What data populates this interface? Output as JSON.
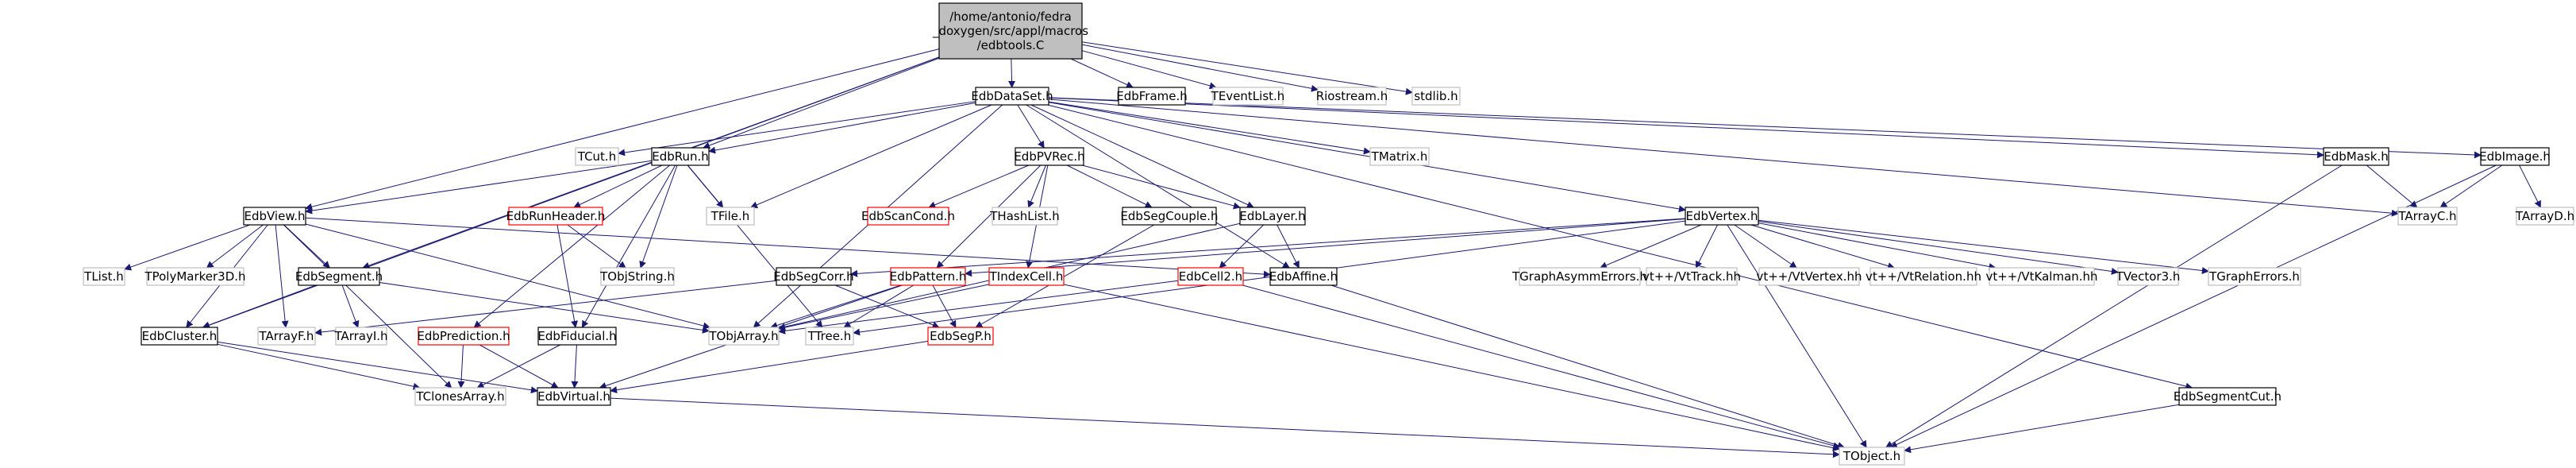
{
  "diagram": {
    "nodes": [
      {
        "id": "root",
        "lines": [
          "/home/antonio/fedra",
          "_doxygen/src/appl/macros",
          "/edbtools.C"
        ],
        "style": "root"
      },
      {
        "id": "EdbDataSet",
        "lines": [
          "EdbDataSet.h"
        ],
        "style": "documented"
      },
      {
        "id": "EdbFrame",
        "lines": [
          "EdbFrame.h"
        ],
        "style": "documented"
      },
      {
        "id": "TEventList",
        "lines": [
          "TEventList.h"
        ],
        "style": "external"
      },
      {
        "id": "Riostream",
        "lines": [
          "Riostream.h"
        ],
        "style": "external"
      },
      {
        "id": "stdlib",
        "lines": [
          "stdlib.h"
        ],
        "style": "external"
      },
      {
        "id": "TCut",
        "lines": [
          "TCut.h"
        ],
        "style": "external"
      },
      {
        "id": "EdbRun",
        "lines": [
          "EdbRun.h"
        ],
        "style": "documented"
      },
      {
        "id": "EdbPVRec",
        "lines": [
          "EdbPVRec.h"
        ],
        "style": "documented"
      },
      {
        "id": "TMatrix",
        "lines": [
          "TMatrix.h"
        ],
        "style": "external"
      },
      {
        "id": "EdbMask",
        "lines": [
          "EdbMask.h"
        ],
        "style": "documented"
      },
      {
        "id": "EdbImage",
        "lines": [
          "EdbImage.h"
        ],
        "style": "documented"
      },
      {
        "id": "EdbView",
        "lines": [
          "EdbView.h"
        ],
        "style": "documented"
      },
      {
        "id": "EdbRunHeader",
        "lines": [
          "EdbRunHeader.h"
        ],
        "style": "undocumented"
      },
      {
        "id": "TFile",
        "lines": [
          "TFile.h"
        ],
        "style": "external"
      },
      {
        "id": "EdbScanCond",
        "lines": [
          "EdbScanCond.h"
        ],
        "style": "undocumented"
      },
      {
        "id": "THashList",
        "lines": [
          "THashList.h"
        ],
        "style": "external"
      },
      {
        "id": "EdbSegCouple",
        "lines": [
          "EdbSegCouple.h"
        ],
        "style": "documented"
      },
      {
        "id": "EdbLayer",
        "lines": [
          "EdbLayer.h"
        ],
        "style": "documented"
      },
      {
        "id": "EdbVertex",
        "lines": [
          "EdbVertex.h"
        ],
        "style": "documented"
      },
      {
        "id": "TArrayC",
        "lines": [
          "TArrayC.h"
        ],
        "style": "external"
      },
      {
        "id": "TArrayD",
        "lines": [
          "TArrayD.h"
        ],
        "style": "external"
      },
      {
        "id": "TList",
        "lines": [
          "TList.h"
        ],
        "style": "external"
      },
      {
        "id": "TPolyMarker3D",
        "lines": [
          "TPolyMarker3D.h"
        ],
        "style": "external"
      },
      {
        "id": "EdbSegment",
        "lines": [
          "EdbSegment.h"
        ],
        "style": "documented"
      },
      {
        "id": "TObjString",
        "lines": [
          "TObjString.h"
        ],
        "style": "external"
      },
      {
        "id": "EdbSegCorr",
        "lines": [
          "EdbSegCorr.h"
        ],
        "style": "documented"
      },
      {
        "id": "EdbPattern",
        "lines": [
          "EdbPattern.h"
        ],
        "style": "undocumented"
      },
      {
        "id": "TIndexCell",
        "lines": [
          "TIndexCell.h"
        ],
        "style": "undocumented"
      },
      {
        "id": "EdbCell2",
        "lines": [
          "EdbCell2.h"
        ],
        "style": "undocumented"
      },
      {
        "id": "EdbAffine",
        "lines": [
          "EdbAffine.h"
        ],
        "style": "documented"
      },
      {
        "id": "TGraphAsymmErrors",
        "lines": [
          "TGraphAsymmErrors.h"
        ],
        "style": "external"
      },
      {
        "id": "VtTrack",
        "lines": [
          "vt++/VtTrack.hh"
        ],
        "style": "external"
      },
      {
        "id": "VtVertex",
        "lines": [
          "vt++/VtVertex.hh"
        ],
        "style": "external"
      },
      {
        "id": "VtRelation",
        "lines": [
          "vt++/VtRelation.hh"
        ],
        "style": "external"
      },
      {
        "id": "VtKalman",
        "lines": [
          "vt++/VtKalman.hh"
        ],
        "style": "external"
      },
      {
        "id": "TVector3",
        "lines": [
          "TVector3.h"
        ],
        "style": "external"
      },
      {
        "id": "TGraphErrors",
        "lines": [
          "TGraphErrors.h"
        ],
        "style": "external"
      },
      {
        "id": "EdbCluster",
        "lines": [
          "EdbCluster.h"
        ],
        "style": "documented"
      },
      {
        "id": "TArrayF",
        "lines": [
          "TArrayF.h"
        ],
        "style": "external"
      },
      {
        "id": "TArrayI",
        "lines": [
          "TArrayI.h"
        ],
        "style": "external"
      },
      {
        "id": "EdbPrediction",
        "lines": [
          "EdbPrediction.h"
        ],
        "style": "undocumented"
      },
      {
        "id": "EdbFiducial",
        "lines": [
          "EdbFiducial.h"
        ],
        "style": "documented"
      },
      {
        "id": "TObjArray",
        "lines": [
          "TObjArray.h"
        ],
        "style": "external"
      },
      {
        "id": "TTree",
        "lines": [
          "TTree.h"
        ],
        "style": "external"
      },
      {
        "id": "EdbSegP",
        "lines": [
          "EdbSegP.h"
        ],
        "style": "undocumented"
      },
      {
        "id": "TClonesArray",
        "lines": [
          "TClonesArray.h"
        ],
        "style": "external"
      },
      {
        "id": "EdbVirtual",
        "lines": [
          "EdbVirtual.h"
        ],
        "style": "documented"
      },
      {
        "id": "EdbSegmentCut",
        "lines": [
          "EdbSegmentCut.h"
        ],
        "style": "documented"
      },
      {
        "id": "TObject",
        "lines": [
          "TObject.h"
        ],
        "style": "external"
      }
    ],
    "edges": [
      [
        "root",
        "EdbDataSet"
      ],
      [
        "root",
        "EdbFrame"
      ],
      [
        "root",
        "TEventList"
      ],
      [
        "root",
        "Riostream"
      ],
      [
        "root",
        "stdlib"
      ],
      [
        "root",
        "EdbRun"
      ],
      [
        "root",
        "EdbView"
      ],
      [
        "root",
        "EdbSegment"
      ],
      [
        "root",
        "EdbCluster"
      ],
      [
        "EdbDataSet",
        "TCut"
      ],
      [
        "EdbDataSet",
        "EdbRun"
      ],
      [
        "EdbDataSet",
        "EdbPVRec"
      ],
      [
        "EdbDataSet",
        "TMatrix"
      ],
      [
        "EdbDataSet",
        "EdbMask"
      ],
      [
        "EdbDataSet",
        "EdbImage"
      ],
      [
        "EdbDataSet",
        "EdbVertex"
      ],
      [
        "EdbDataSet",
        "EdbLayer"
      ],
      [
        "EdbDataSet",
        "TFile"
      ],
      [
        "EdbDataSet",
        "TObjArray"
      ],
      [
        "EdbDataSet",
        "EdbAffine"
      ],
      [
        "EdbDataSet",
        "EdbSegmentCut"
      ],
      [
        "EdbDataSet",
        "TArrayC"
      ],
      [
        "EdbRun",
        "EdbView"
      ],
      [
        "EdbRun",
        "EdbRunHeader"
      ],
      [
        "EdbRun",
        "TFile"
      ],
      [
        "EdbRun",
        "TObjString"
      ],
      [
        "EdbRun",
        "EdbPrediction"
      ],
      [
        "EdbRun",
        "EdbFiducial"
      ],
      [
        "EdbRun",
        "TTree"
      ],
      [
        "EdbPVRec",
        "EdbScanCond"
      ],
      [
        "EdbPVRec",
        "THashList"
      ],
      [
        "EdbPVRec",
        "EdbSegCouple"
      ],
      [
        "EdbPVRec",
        "EdbLayer"
      ],
      [
        "EdbPVRec",
        "EdbPattern"
      ],
      [
        "EdbPVRec",
        "TIndexCell"
      ],
      [
        "EdbMask",
        "TArrayC"
      ],
      [
        "EdbMask",
        "TObject"
      ],
      [
        "EdbImage",
        "TArrayC"
      ],
      [
        "EdbImage",
        "TArrayD"
      ],
      [
        "EdbImage",
        "TObject"
      ],
      [
        "EdbView",
        "TList"
      ],
      [
        "EdbView",
        "TPolyMarker3D"
      ],
      [
        "EdbView",
        "EdbSegment"
      ],
      [
        "EdbView",
        "EdbCluster"
      ],
      [
        "EdbView",
        "TArrayF"
      ],
      [
        "EdbView",
        "TObjArray"
      ],
      [
        "EdbView",
        "TClonesArray"
      ],
      [
        "EdbView",
        "EdbAffine"
      ],
      [
        "EdbRunHeader",
        "TObjString"
      ],
      [
        "EdbRunHeader",
        "EdbFiducial"
      ],
      [
        "EdbSegCouple",
        "EdbSegP"
      ],
      [
        "EdbLayer",
        "EdbAffine"
      ],
      [
        "EdbLayer",
        "EdbCell2"
      ],
      [
        "EdbLayer",
        "TObjArray"
      ],
      [
        "EdbVertex",
        "EdbSegCorr"
      ],
      [
        "EdbVertex",
        "EdbPattern"
      ],
      [
        "EdbVertex",
        "TGraphAsymmErrors"
      ],
      [
        "EdbVertex",
        "VtTrack"
      ],
      [
        "EdbVertex",
        "VtVertex"
      ],
      [
        "EdbVertex",
        "VtRelation"
      ],
      [
        "EdbVertex",
        "VtKalman"
      ],
      [
        "EdbVertex",
        "TVector3"
      ],
      [
        "EdbVertex",
        "TGraphErrors"
      ],
      [
        "EdbVertex",
        "TObject"
      ],
      [
        "EdbVertex",
        "TTree"
      ],
      [
        "EdbSegment",
        "EdbCluster"
      ],
      [
        "EdbSegment",
        "TArrayI"
      ],
      [
        "EdbSegment",
        "TObjArray"
      ],
      [
        "EdbSegCorr",
        "TArrayF"
      ],
      [
        "EdbSegCorr",
        "EdbSegP"
      ],
      [
        "EdbPattern",
        "TObjArray"
      ],
      [
        "EdbPattern",
        "TTree"
      ],
      [
        "EdbPattern",
        "EdbSegP"
      ],
      [
        "EdbPattern",
        "EdbVirtual"
      ],
      [
        "TIndexCell",
        "TObjArray"
      ],
      [
        "TIndexCell",
        "TObject"
      ],
      [
        "EdbCell2",
        "TObjArray"
      ],
      [
        "EdbCell2",
        "TObject"
      ],
      [
        "EdbAffine",
        "TObject"
      ],
      [
        "EdbCluster",
        "TClonesArray"
      ],
      [
        "EdbCluster",
        "EdbVirtual"
      ],
      [
        "EdbPrediction",
        "TClonesArray"
      ],
      [
        "EdbPrediction",
        "EdbVirtual"
      ],
      [
        "EdbFiducial",
        "TClonesArray"
      ],
      [
        "EdbFiducial",
        "EdbVirtual"
      ],
      [
        "EdbSegP",
        "EdbVirtual"
      ],
      [
        "EdbVirtual",
        "TObject"
      ],
      [
        "EdbSegmentCut",
        "TObject"
      ]
    ]
  },
  "colors": {
    "root_fill": "#bfbfbf",
    "documented_border": "#000000",
    "external_border": "#bfbfbf",
    "undocumented_border": "#ff0000",
    "edge": "#191970",
    "text": "#000000"
  }
}
